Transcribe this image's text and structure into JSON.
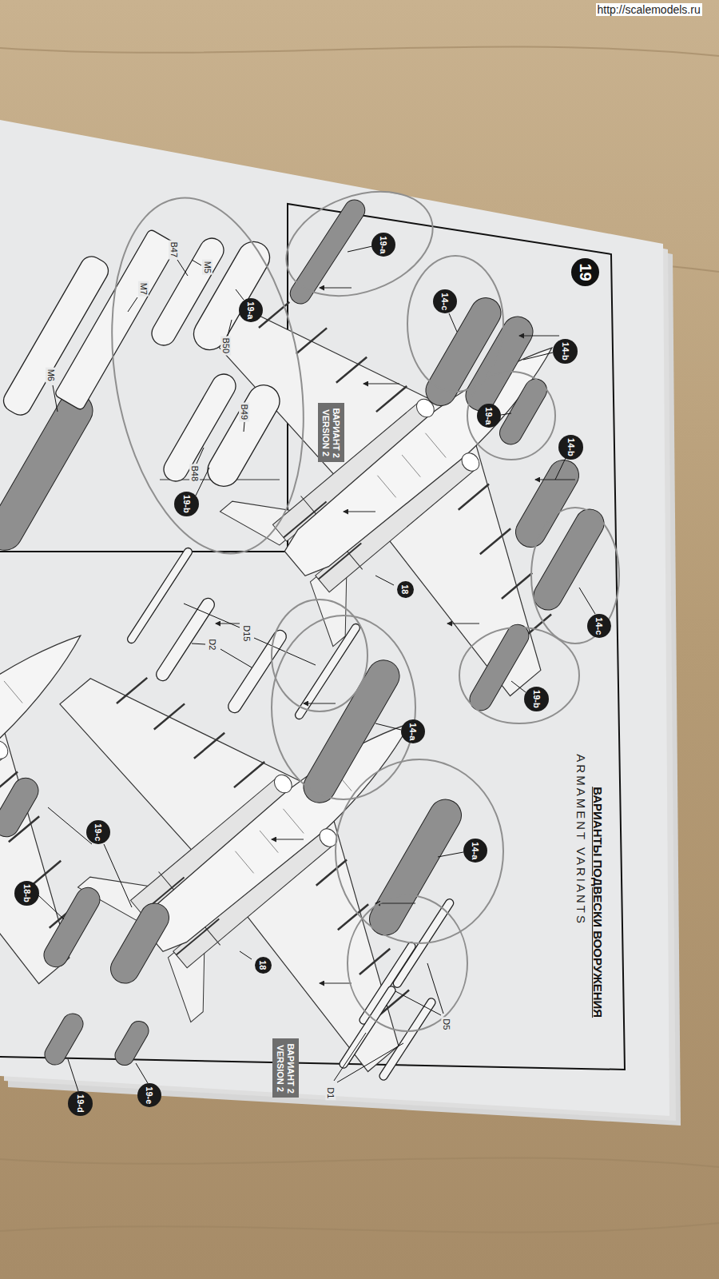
{
  "diagram": {
    "title": "ВАРИАНТЫ ПОДВЕСКИ ВООРУЖЕНИЯ",
    "nodes": [
      {
        "text": [
          "19"
        ]
      },
      {
        "text": [
          "19-a"
        ]
      },
      {
        "text": [
          "14-c"
        ]
      },
      {
        "text": [
          "14-b"
        ]
      },
      {
        "text": [
          "19-a"
        ]
      },
      {
        "text": [
          "14-b"
        ]
      },
      {
        "text": [
          "18"
        ]
      },
      {
        "text": [
          "14-c"
        ]
      },
      {
        "text": [
          "19-b"
        ]
      },
      {
        "text": [
          "14-a"
        ]
      },
      {
        "text": [
          "14-a"
        ]
      },
      {
        "text": [
          "18"
        ]
      },
      {
        "text": [
          "19-a"
        ]
      },
      {
        "text": [
          "19-b"
        ]
      },
      {
        "text": [
          "19-c"
        ]
      },
      {
        "text": [
          "18-b"
        ]
      },
      {
        "text": [
          "19-d"
        ]
      },
      {
        "text": [
          "19-e"
        ]
      },
      {
        "text": [
          "ВАРИАНТ 2",
          "VERSION 2"
        ]
      },
      {
        "text": [
          "ВАРИАНТ 2",
          "VERSION 2"
        ]
      }
    ],
    "labels": [
      "http://scalemodels.ru",
      "ARMAMENT VARIANTS",
      "B47",
      "M5",
      "M7",
      "B50",
      "M6",
      "B49",
      "B48",
      "D15",
      "D2",
      "D5",
      "D1"
    ]
  }
}
